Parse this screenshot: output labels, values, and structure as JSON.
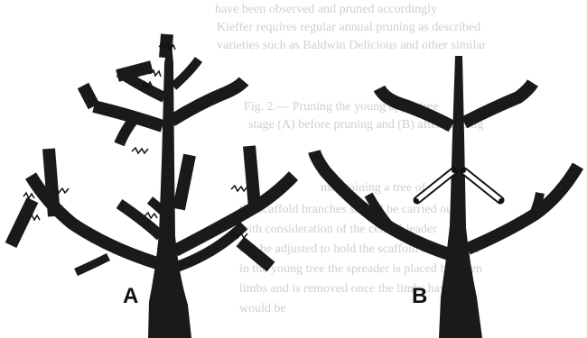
{
  "background_text": {
    "lines": [
      "have been observed and pruned accordingly",
      "Kieffer requires regular annual pruning as described",
      "varieties such as Baldwin Delicious and other similar",
      "",
      "Fig. 2.— Pruning the young apple tree",
      "stage (A) before pruning and (B) after pruning",
      "",
      "",
      "maintaining a tree of",
      "the scaffold branches should be carried out",
      "with consideration of the central leader",
      "can be adjusted to hold the scaffold limbs while",
      "in the young tree the spreader is placed between",
      "limbs and is removed once the limbs have set",
      "would be"
    ]
  },
  "panels": [
    {
      "label": "A",
      "description": "tree before pruning"
    },
    {
      "label": "B",
      "description": "tree after pruning"
    }
  ]
}
